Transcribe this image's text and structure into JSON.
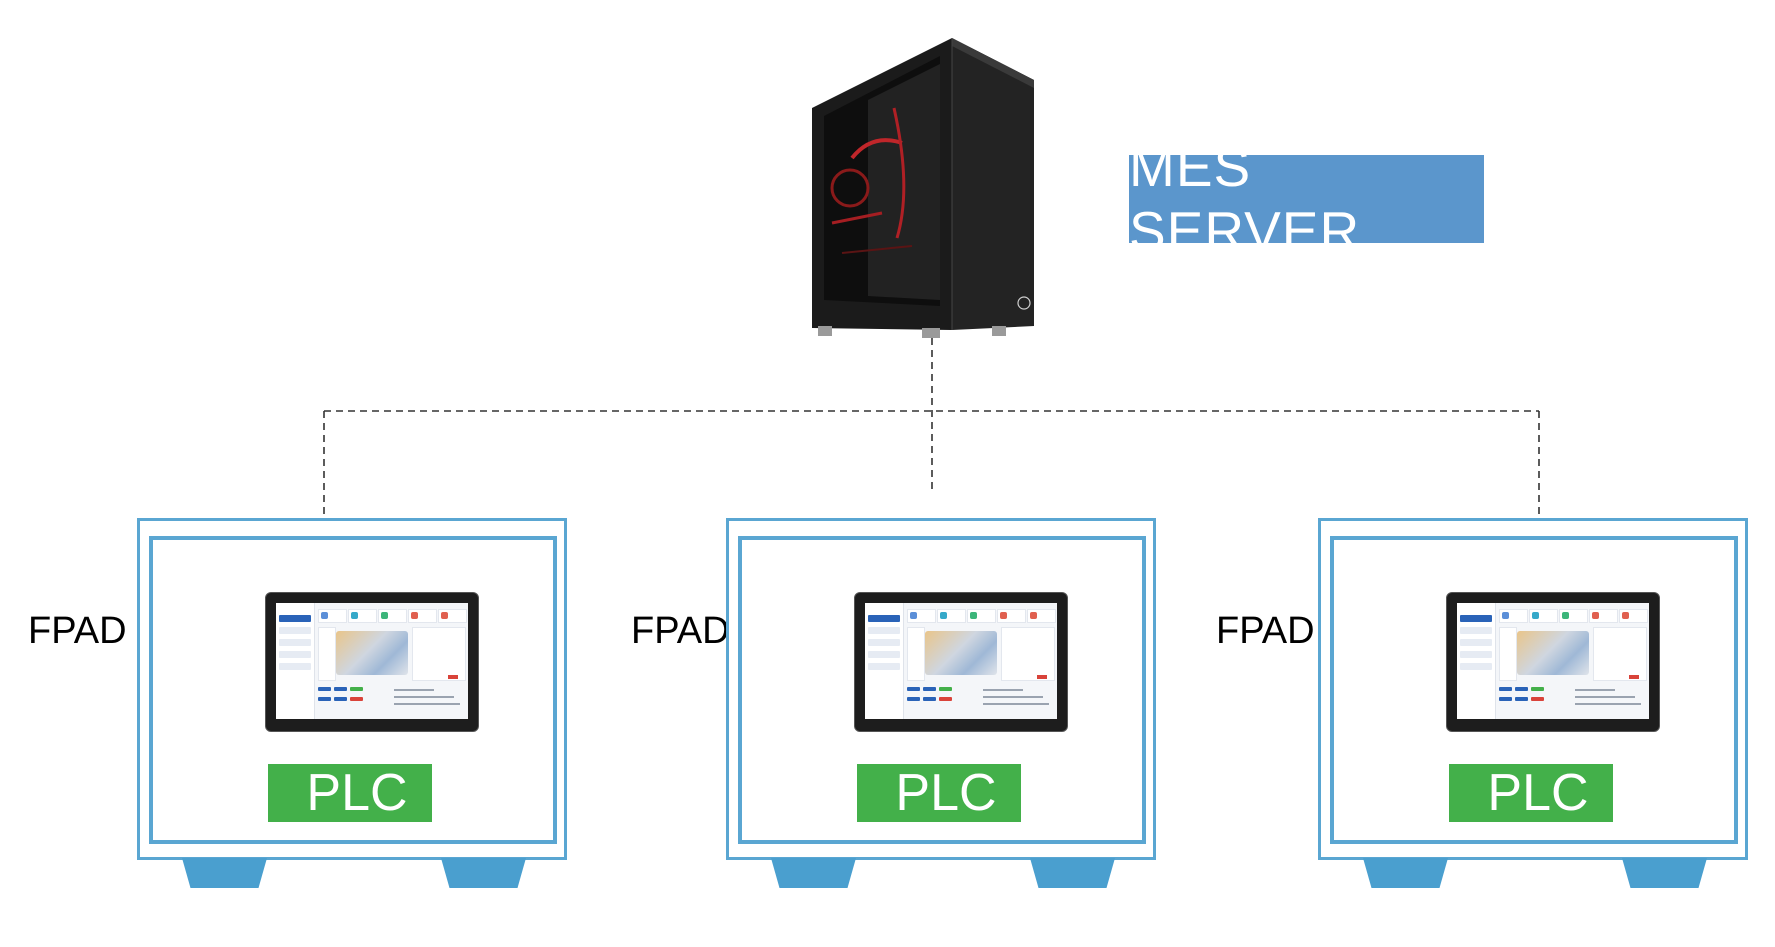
{
  "server": {
    "label": "MES SERVER"
  },
  "stations": [
    {
      "fpad_label": "FPAD",
      "plc_label": "PLC"
    },
    {
      "fpad_label": "FPAD",
      "plc_label": "PLC"
    },
    {
      "fpad_label": "FPAD",
      "plc_label": "PLC"
    }
  ],
  "colors": {
    "server_label_bg": "#5b96cc",
    "plc_label_bg": "#43b04a",
    "machine_frame": "#5aa6d2",
    "connector_line": "#333333"
  }
}
